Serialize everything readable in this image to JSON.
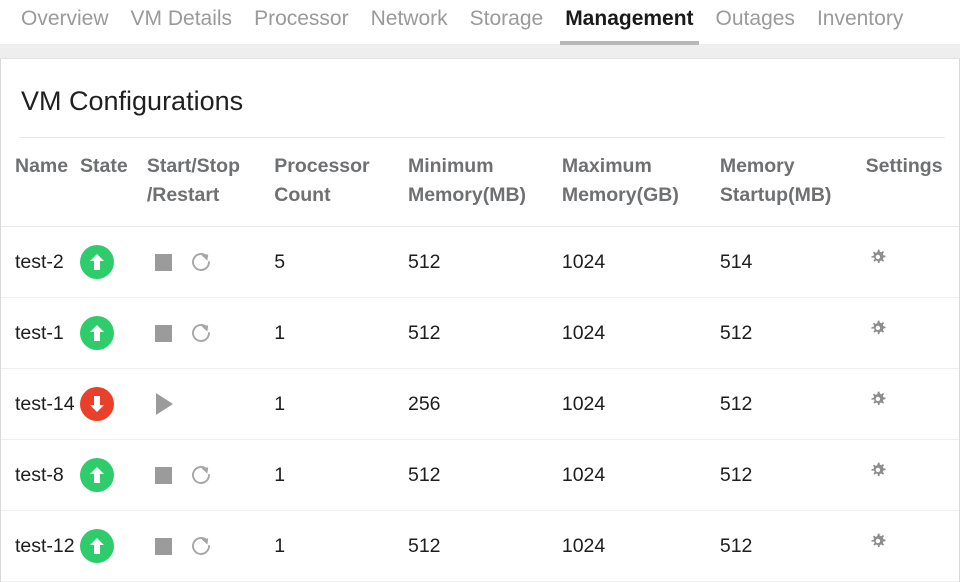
{
  "tabs": [
    {
      "label": "Overview",
      "active": false
    },
    {
      "label": "VM Details",
      "active": false
    },
    {
      "label": "Processor",
      "active": false
    },
    {
      "label": "Network",
      "active": false
    },
    {
      "label": "Storage",
      "active": false
    },
    {
      "label": "Management",
      "active": true
    },
    {
      "label": "Outages",
      "active": false
    },
    {
      "label": "Inventory",
      "active": false
    }
  ],
  "card": {
    "title": "VM Configurations"
  },
  "table": {
    "headers": {
      "name": "Name",
      "state": "State",
      "actions_line1": "Start/Stop",
      "actions_line2": "/Restart",
      "processor_line1": "Processor",
      "processor_line2": "Count",
      "min_memory_line1": "Minimum",
      "min_memory_line2": "Memory(MB)",
      "max_memory_line1": "Maximum",
      "max_memory_line2": "Memory(GB)",
      "startup_memory_line1": "Memory",
      "startup_memory_line2": "Startup(MB)",
      "settings": "Settings"
    },
    "rows": [
      {
        "name": "test-2",
        "state": "running",
        "state_icon": "arrow-up-circle-green-icon",
        "actions": [
          "stop-icon",
          "restart-icon"
        ],
        "processor_count": "5",
        "minimum_memory_mb": "512",
        "maximum_memory_gb": "1024",
        "memory_startup_mb": "514",
        "settings_icon": "gear-icon"
      },
      {
        "name": "test-1",
        "state": "running",
        "state_icon": "arrow-up-circle-green-icon",
        "actions": [
          "stop-icon",
          "restart-icon"
        ],
        "processor_count": "1",
        "minimum_memory_mb": "512",
        "maximum_memory_gb": "1024",
        "memory_startup_mb": "512",
        "settings_icon": "gear-icon"
      },
      {
        "name": "test-14",
        "state": "stopped",
        "state_icon": "arrow-down-circle-red-icon",
        "actions": [
          "start-icon"
        ],
        "processor_count": "1",
        "minimum_memory_mb": "256",
        "maximum_memory_gb": "1024",
        "memory_startup_mb": "512",
        "settings_icon": "gear-icon"
      },
      {
        "name": "test-8",
        "state": "running",
        "state_icon": "arrow-up-circle-green-icon",
        "actions": [
          "stop-icon",
          "restart-icon"
        ],
        "processor_count": "1",
        "minimum_memory_mb": "512",
        "maximum_memory_gb": "1024",
        "memory_startup_mb": "512",
        "settings_icon": "gear-icon"
      },
      {
        "name": "test-12",
        "state": "running",
        "state_icon": "arrow-up-circle-green-icon",
        "actions": [
          "stop-icon",
          "restart-icon"
        ],
        "processor_count": "1",
        "minimum_memory_mb": "512",
        "maximum_memory_gb": "1024",
        "memory_startup_mb": "512",
        "settings_icon": "gear-icon"
      }
    ]
  },
  "colors": {
    "state_running": "#2ecc6a",
    "state_stopped": "#e8402a",
    "icon_gray": "#9b9b9b",
    "active_tab_underline": "#b8b8b8",
    "header_text": "#6f7072"
  }
}
